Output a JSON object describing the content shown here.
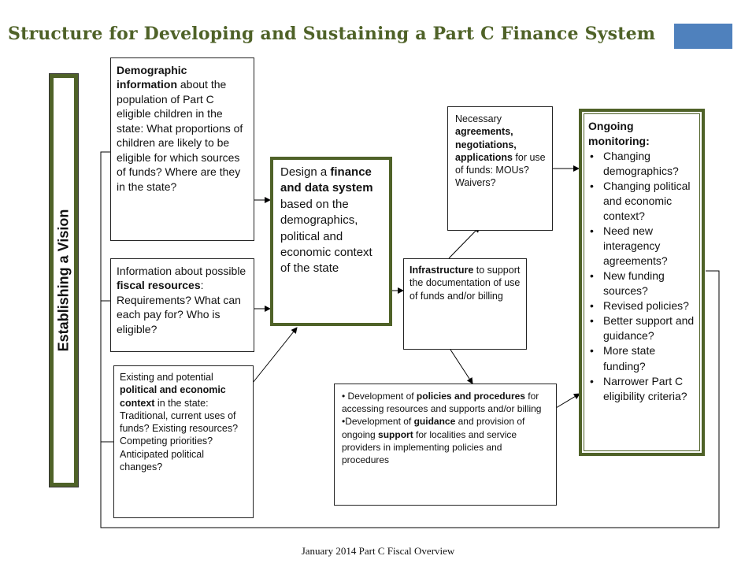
{
  "title": "Structure for Developing and Sustaining a Part C Finance System",
  "vision_label": "Establishing a Vision",
  "boxes": {
    "demographic": {
      "bold_lead": "Demographic information",
      "text": " about the population of Part C eligible children in the state: What proportions of children are likely to be eligible for which sources of funds? Where are they in the state?"
    },
    "fiscal": {
      "t1": "Information about possible ",
      "b1": "fiscal resources",
      "t2": ": Requirements? What can each pay for? Who is eligible?"
    },
    "political": {
      "t1": "Existing and potential ",
      "b1": "political and economic context",
      "t2": " in the state: Traditional, current uses of funds? Existing resources? Competing priorities? Anticipated political changes?"
    },
    "design": {
      "t1": "Design a ",
      "b1": "finance and data system",
      "t2": " based on the demographics, political and economic context of the state"
    },
    "infrastructure": {
      "b1": "Infrastructure",
      "t1": " to support the documentation of use of funds and/or billing"
    },
    "agreements": {
      "t1": "Necessary ",
      "b1": "agreements, negotiations, applications",
      "t2": " for use of funds: MOUs? Waivers?"
    },
    "development": {
      "p1_t1": "• Development of ",
      "p1_b1": "policies and procedures",
      "p1_t2": " for accessing resources and supports and/or billing",
      "p2_t1": "•Development of ",
      "p2_b1": "guidance",
      "p2_t2": " and provision of ongoing ",
      "p2_b2": "support",
      "p2_t3": " for localities and service providers in implementing policies and procedures"
    },
    "monitoring": {
      "heading": "Ongoing monitoring:",
      "items": [
        "Changing demographics?",
        "Changing political and economic context?",
        "Need new interagency agreements?",
        "New funding sources?",
        "Revised policies?",
        "Better support and guidance?",
        "More state funding?",
        "Narrower Part C eligibility criteria?"
      ]
    }
  },
  "footer": "January 2014 Part C Fiscal Overview",
  "colors": {
    "title": "#4f6228",
    "accent_block": "#4f81bd",
    "frame": "#4f6228"
  }
}
